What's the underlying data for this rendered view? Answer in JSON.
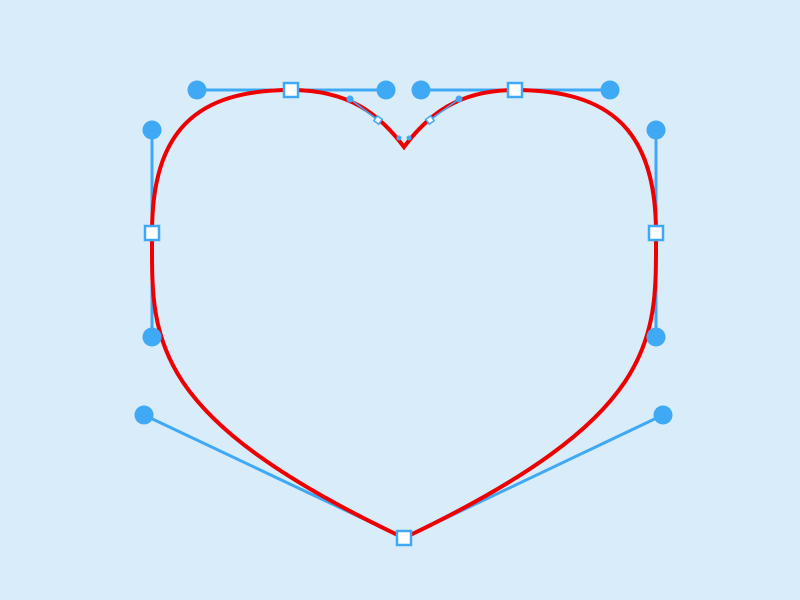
{
  "colors": {
    "background": "#d8ecfa",
    "heart_stroke": "#ee0000",
    "handle": "#3fa9f5",
    "anchor_fill": "#ffffff"
  },
  "editor": {
    "selected_shape": "heart-path",
    "anchor_count": 6,
    "handle_count": 10
  }
}
